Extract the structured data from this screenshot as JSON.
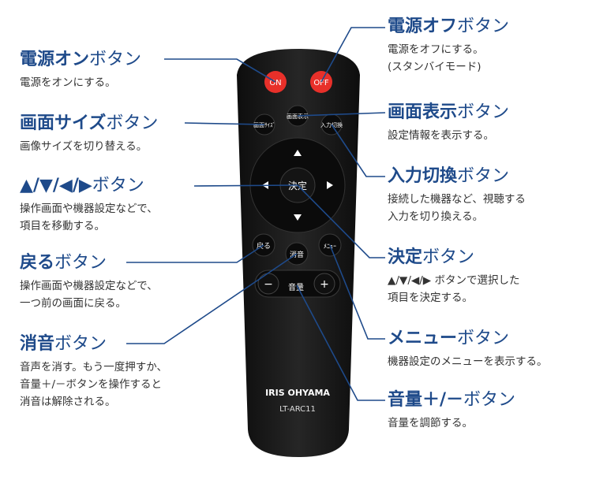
{
  "labels": {
    "power_on": {
      "title_bold": "電源オン",
      "title_rest": "ボタン",
      "desc": [
        "電源をオンにする。"
      ]
    },
    "power_off": {
      "title_bold": "電源オフ",
      "title_rest": "ボタン",
      "desc": [
        "電源をオフにする。",
        "(スタンバイモード)"
      ]
    },
    "picture_size": {
      "title_bold": "画面サイズ",
      "title_rest": "ボタン",
      "desc": [
        "画像サイズを切り替える。"
      ]
    },
    "display": {
      "title_bold": "画面表示",
      "title_rest": "ボタン",
      "desc": [
        "設定情報を表示する。"
      ]
    },
    "arrows": {
      "title_bold": "▲/▼/◀/▶",
      "title_rest": "ボタン",
      "desc": [
        "操作画面や機器設定などで、",
        "項目を移動する。"
      ]
    },
    "input": {
      "title_bold": "入力切換",
      "title_rest": "ボタン",
      "desc": [
        "接続した機器など、視聴する",
        "入力を切り換える。"
      ]
    },
    "back": {
      "title_bold": "戻る",
      "title_rest": "ボタン",
      "desc": [
        "操作画面や機器設定などで、",
        "一つ前の画面に戻る。"
      ]
    },
    "enter": {
      "title_bold": "決定",
      "title_rest": "ボタン",
      "desc": [
        "▲/▼/◀/▶ ボタンで選択した",
        "項目を決定する。"
      ]
    },
    "mute": {
      "title_bold": "消音",
      "title_rest": "ボタン",
      "desc": [
        "音声を消す。もう一度押すか、",
        "音量＋/－ボタンを操作すると",
        "消音は解除される。"
      ]
    },
    "menu": {
      "title_bold": "メニュー",
      "title_rest": "ボタン",
      "desc": [
        "機器設定のメニューを表示する。"
      ]
    },
    "volume": {
      "title_bold": "音量＋/－",
      "title_rest": "ボタン",
      "desc": [
        "音量を調節する。"
      ]
    }
  },
  "remote": {
    "on": "ON",
    "off": "OFF",
    "picture_size": "画面ｻｲｽﾞ",
    "display": "画面表示",
    "input": "入力切換",
    "enter": "決定",
    "back": "戻る",
    "mute": "消音",
    "menu": "ﾒﾆｭｰ",
    "vol_minus": "−",
    "vol_plus": "+",
    "volume": "音量",
    "brand": "IRIS OHYAMA",
    "model": "LT-ARC11"
  },
  "colors": {
    "accent": "#1e4a8a",
    "power": "#e8302a",
    "remote": "#1c1c1c"
  }
}
